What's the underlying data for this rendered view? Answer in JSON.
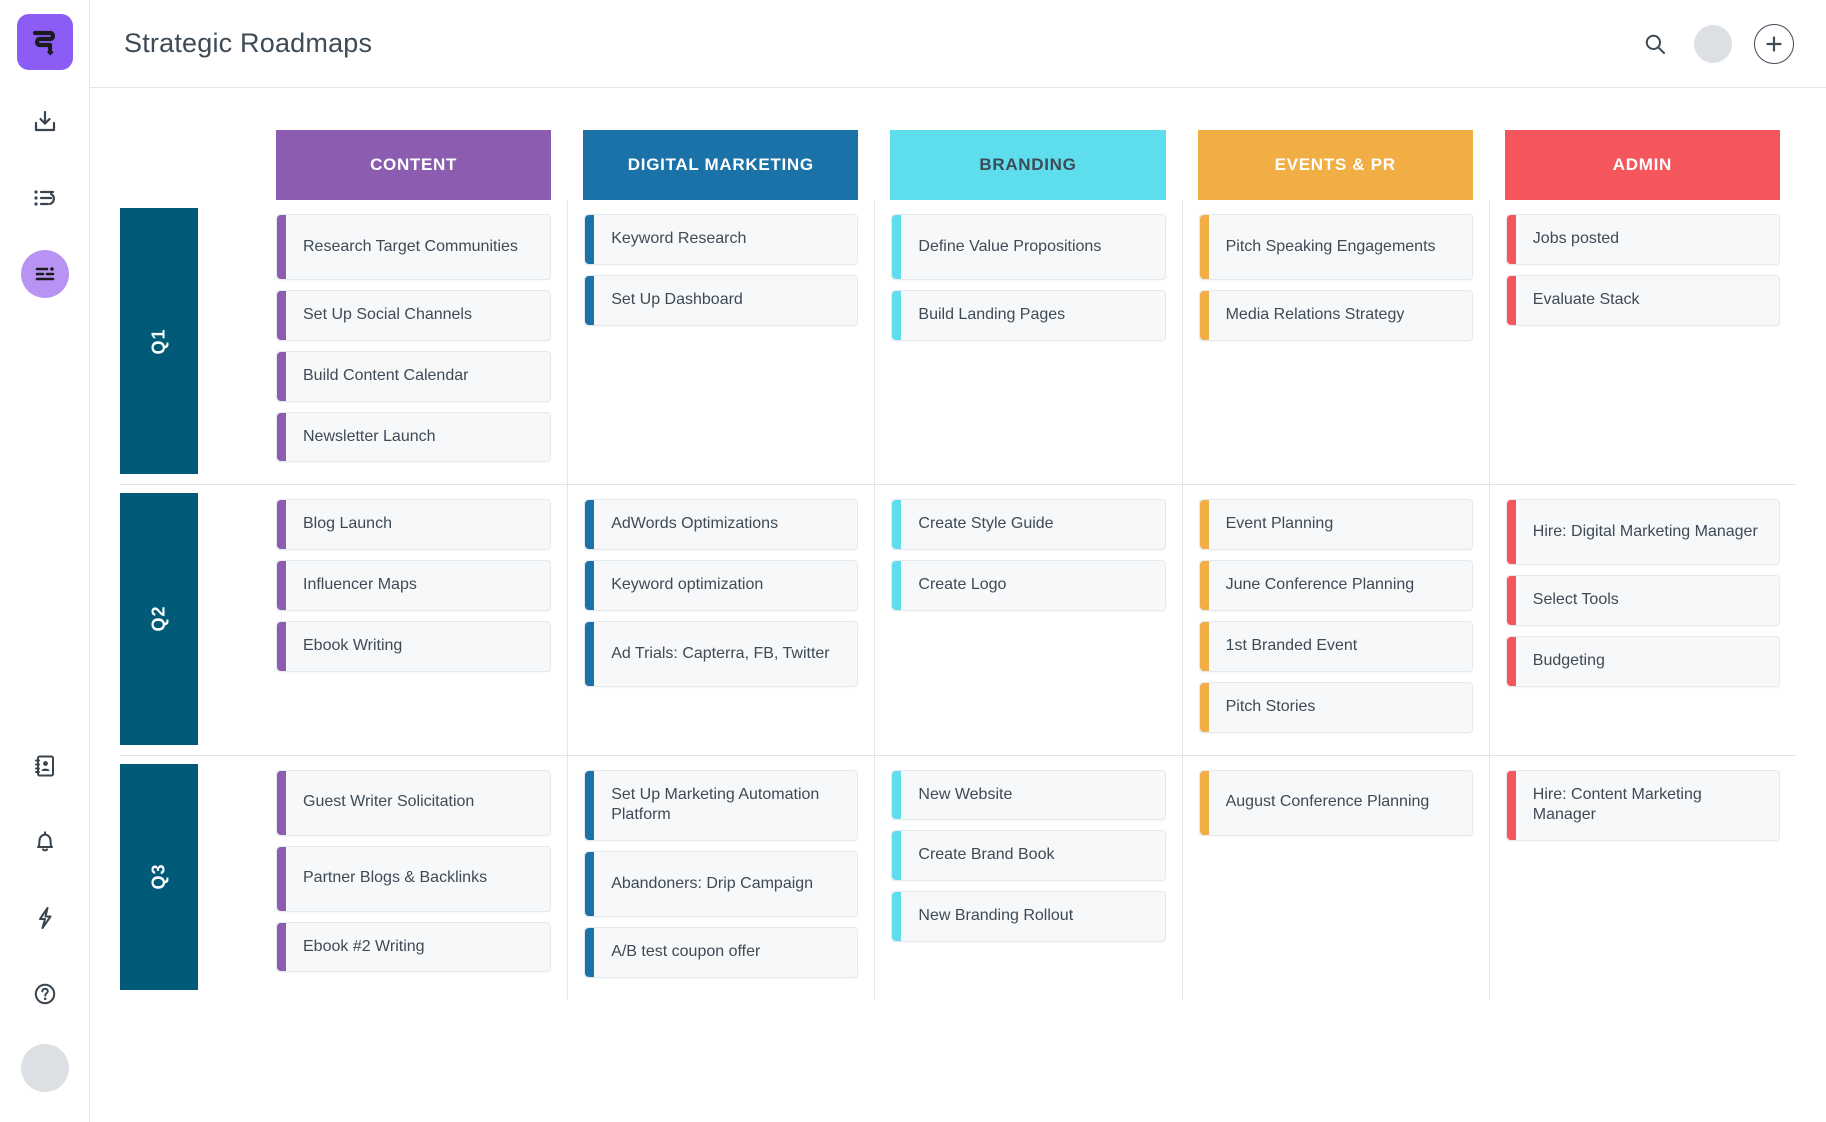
{
  "header": {
    "title": "Strategic Roadmaps",
    "search_icon": "search-icon",
    "avatar": "user-avatar",
    "add_icon": "plus-icon"
  },
  "sidebar": {
    "logo": "app-logo",
    "items": [
      {
        "icon": "import-download-icon",
        "active": false
      },
      {
        "icon": "list-undo-icon",
        "active": false
      },
      {
        "icon": "roadmap-lines-icon",
        "active": true
      },
      {
        "icon": "contacts-book-icon",
        "active": false
      },
      {
        "icon": "bell-notification-icon",
        "active": false
      },
      {
        "icon": "lightning-bolt-icon",
        "active": false
      },
      {
        "icon": "help-question-icon",
        "active": false
      }
    ],
    "avatar": "profile-avatar"
  },
  "colors": {
    "content": "#8b5caf",
    "digital_marketing": "#1b72a8",
    "branding": "#5edeed",
    "events_pr": "#f0ae45",
    "admin": "#f4565b",
    "quarter_label": "#005a78",
    "card_bg": "#f7f8f9",
    "text": "#3e4a56"
  },
  "board": {
    "columns": [
      {
        "label": "CONTENT",
        "color": "#8b5caf",
        "text_color": "#ffffff"
      },
      {
        "label": "DIGITAL MARKETING",
        "color": "#1b72a8",
        "text_color": "#ffffff"
      },
      {
        "label": "BRANDING",
        "color": "#5edeed",
        "text_color": "#3e4a56"
      },
      {
        "label": "EVENTS & PR",
        "color": "#f0ae45",
        "text_color": "#ffffff"
      },
      {
        "label": "ADMIN",
        "color": "#f4565b",
        "text_color": "#ffffff"
      }
    ],
    "rows": [
      {
        "label": "Q1",
        "cells": [
          [
            "Research Target Communities",
            "Set Up Social Channels",
            "Build Content Calendar",
            "Newsletter Launch"
          ],
          [
            "Keyword Research",
            "Set Up Dashboard"
          ],
          [
            "Define Value Propositions",
            "Build Landing Pages"
          ],
          [
            "Pitch Speaking Engagements",
            "Media Relations Strategy"
          ],
          [
            "Jobs posted",
            "Evaluate Stack"
          ]
        ]
      },
      {
        "label": "Q2",
        "cells": [
          [
            "Blog Launch",
            "Influencer Maps",
            "Ebook Writing"
          ],
          [
            "AdWords Optimizations",
            "Keyword optimization",
            "Ad Trials: Capterra, FB, Twitter"
          ],
          [
            "Create Style Guide",
            "Create Logo"
          ],
          [
            "Event Planning",
            "June Conference Planning",
            "1st Branded Event",
            "Pitch Stories"
          ],
          [
            "Hire: Digital Marketing Manager",
            "Select Tools",
            "Budgeting"
          ]
        ]
      },
      {
        "label": "Q3",
        "cells": [
          [
            "Guest Writer Solicitation",
            "Partner Blogs & Backlinks",
            "Ebook #2 Writing"
          ],
          [
            "Set Up Marketing Automation Platform",
            "Abandoners: Drip Campaign",
            "A/B test coupon offer"
          ],
          [
            "New Website",
            "Create Brand Book",
            "New Branding Rollout"
          ],
          [
            "August Conference Planning"
          ],
          [
            "Hire: Content Marketing Manager"
          ]
        ]
      }
    ]
  }
}
